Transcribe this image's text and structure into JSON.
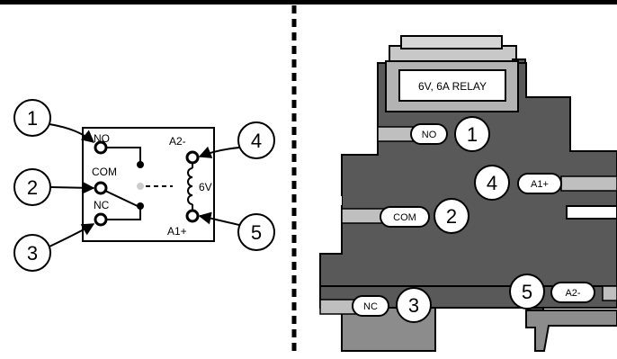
{
  "schematic": {
    "terminals": {
      "no": "NO",
      "com": "COM",
      "nc": "NC",
      "a2": "A2-",
      "a1": "A1+"
    },
    "coil_voltage": "6V",
    "callouts": [
      "1",
      "2",
      "3",
      "4",
      "5"
    ]
  },
  "relay": {
    "label": "6V, 6A RELAY",
    "pins": [
      {
        "number": "1",
        "label": "NO"
      },
      {
        "number": "2",
        "label": "COM"
      },
      {
        "number": "3",
        "label": "NC"
      },
      {
        "number": "4",
        "label": "A1+"
      },
      {
        "number": "5",
        "label": "A2-"
      }
    ]
  },
  "colors": {
    "body": "#595959",
    "pin": "#bfbfbf",
    "top_frame": "#b3b3b3",
    "divider": "#000000"
  }
}
